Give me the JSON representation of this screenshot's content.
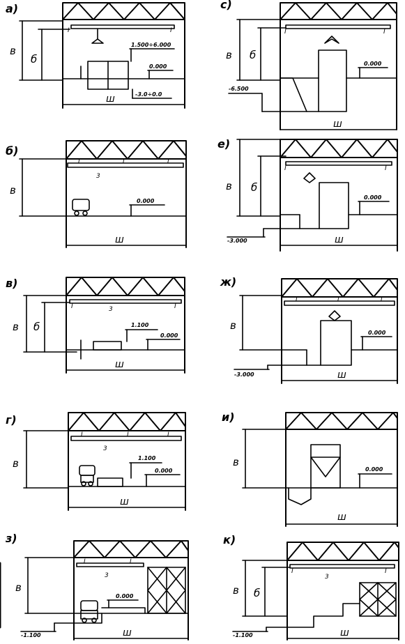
{
  "diagram": {
    "panels": [
      {
        "id": "a",
        "label": "а)",
        "height_label": "в",
        "crane_height_label": "б",
        "width_label": "ш",
        "elevations": [
          "1.500÷6.000",
          "0.000",
          "-3.0÷0.0"
        ]
      },
      {
        "id": "d",
        "label": "с)",
        "height_label": "в",
        "crane_height_label": "б",
        "width_label": "ш",
        "elevations": [
          "0.000",
          "-6.500"
        ]
      },
      {
        "id": "b",
        "label": "б)",
        "height_label": "в",
        "crane_label": "3",
        "width_label": "ш",
        "elevations": [
          "0.000"
        ]
      },
      {
        "id": "e",
        "label": "е)",
        "height_label": "в",
        "crane_height_label": "б",
        "width_label": "ш",
        "elevations": [
          "0.000",
          "-3.000"
        ]
      },
      {
        "id": "v",
        "label": "в)",
        "height_label": "в",
        "crane_height_label": "б",
        "crane_label": "3",
        "width_label": "ш",
        "elevations": [
          "1.100",
          "0.000"
        ]
      },
      {
        "id": "zh",
        "label": "ж)",
        "height_label": "в",
        "width_label": "ш",
        "elevations": [
          "0.000",
          "-3.000"
        ]
      },
      {
        "id": "g",
        "label": "г)",
        "height_label": "в",
        "crane_label": "3",
        "width_label": "ш",
        "elevations": [
          "1.100",
          "0.000"
        ]
      },
      {
        "id": "i",
        "label": "и)",
        "height_label": "в",
        "width_label": "ш",
        "elevations": [
          "0.000"
        ]
      },
      {
        "id": "z",
        "label": "з)",
        "height_label": "в",
        "crane_label": "3",
        "width_label": "ш",
        "elevations": [
          "0.000",
          "-1.100"
        ]
      },
      {
        "id": "k",
        "label": "к)",
        "height_label": "в",
        "crane_height_label": "б",
        "crane_label": "3",
        "width_label": "ш",
        "elevations": [
          "-1.100"
        ]
      }
    ]
  }
}
